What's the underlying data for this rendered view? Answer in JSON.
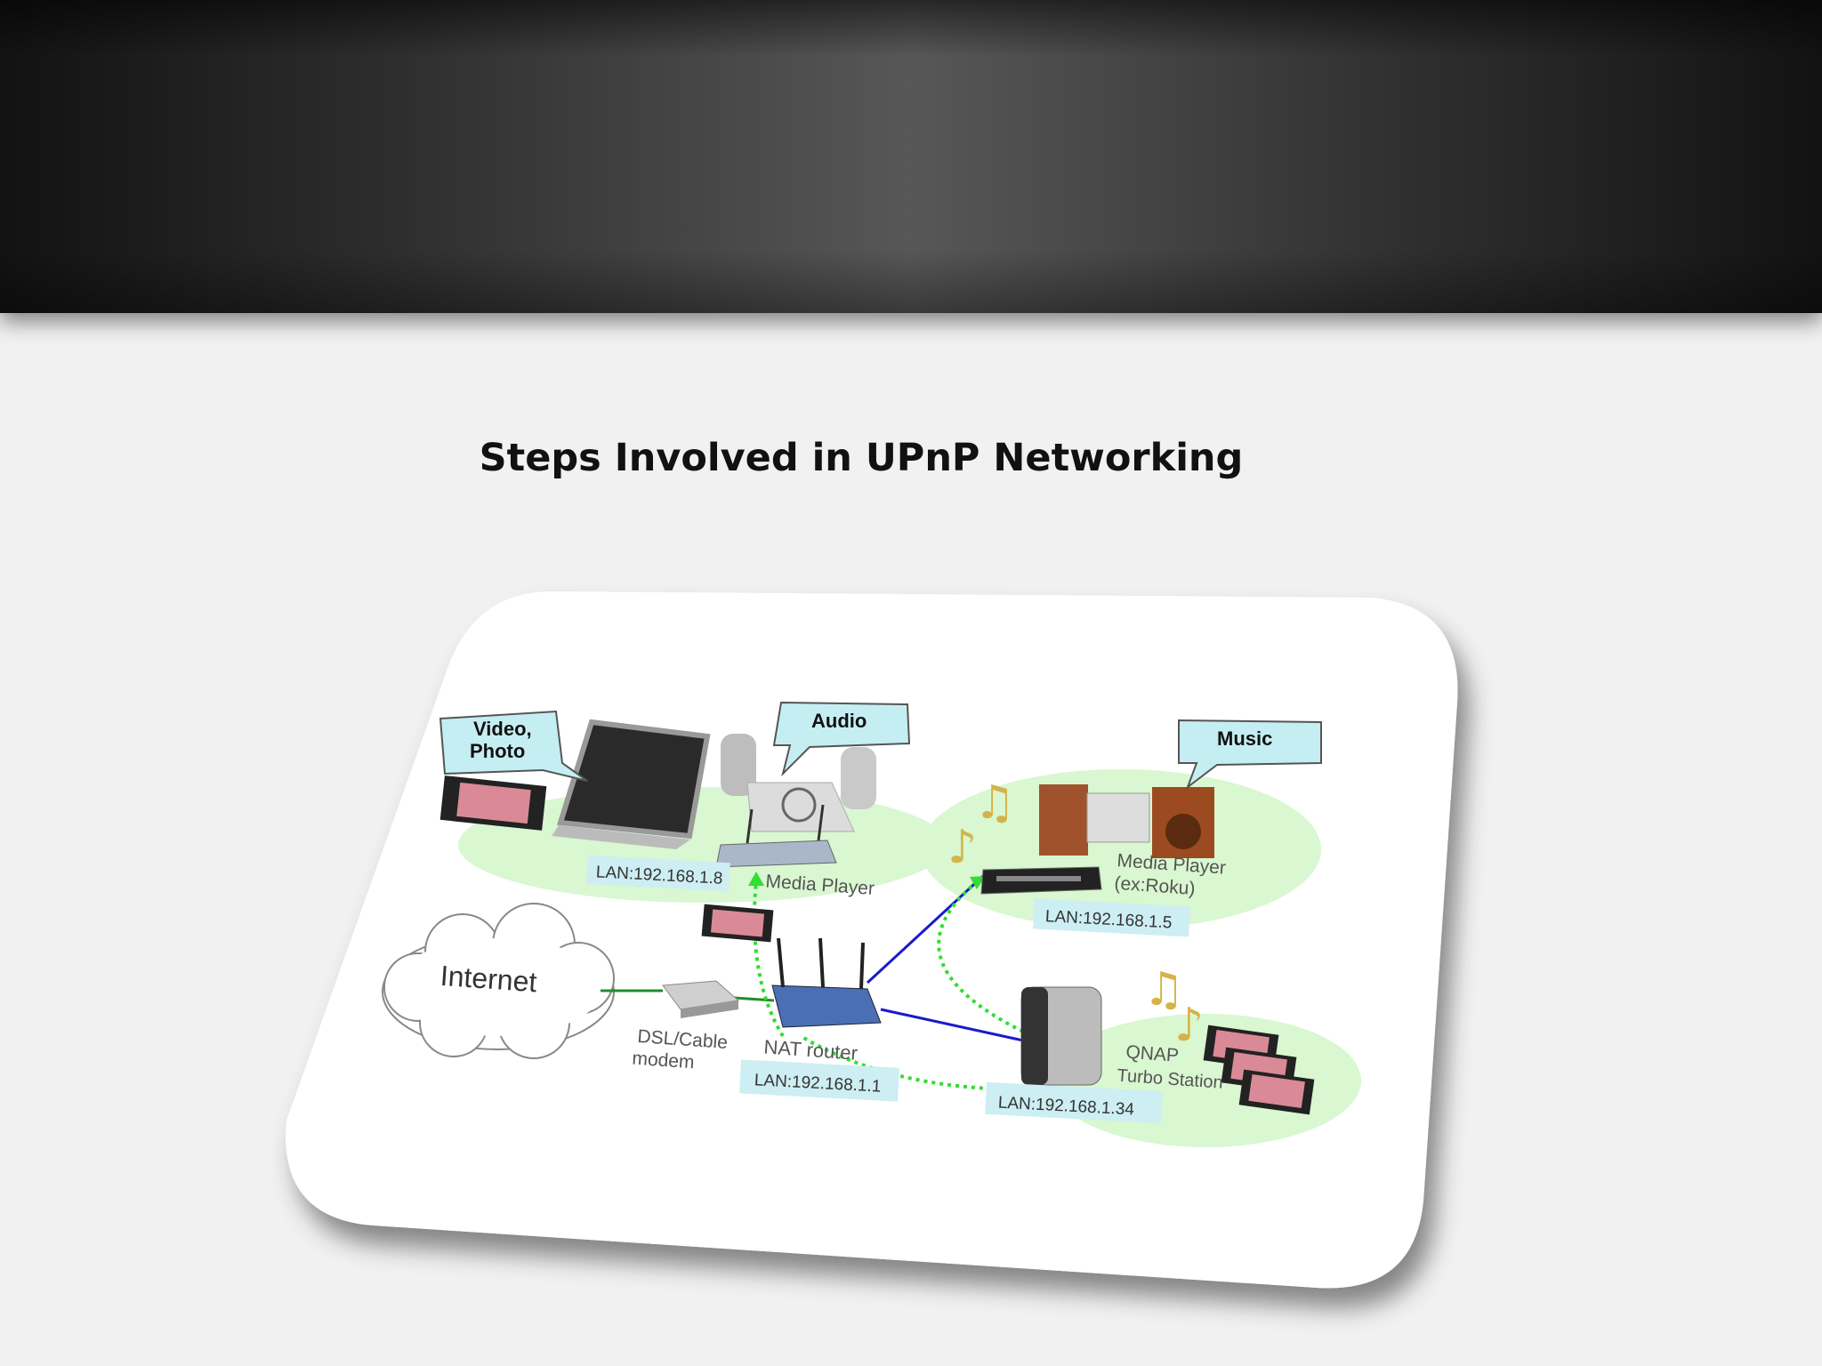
{
  "slide": {
    "title": "Steps Involved in UPnP Networking"
  },
  "diagram": {
    "bubbles": {
      "video_photo_1": "Video,",
      "video_photo_2": "Photo",
      "audio": "Audio",
      "music": "Music"
    },
    "nodes": {
      "internet": "Internet",
      "modem_1": "DSL/Cable",
      "modem_2": "modem",
      "router": "NAT router",
      "router_lan": "LAN:192.168.1.1",
      "media_player_left": "Media Player",
      "media_player_left_lan": "LAN:192.168.1.8",
      "media_player_right_1": "Media Player",
      "media_player_right_2": "(ex:Roku)",
      "media_player_right_lan": "LAN:192.168.1.5",
      "nas_1": "QNAP",
      "nas_2": "Turbo Station",
      "nas_lan": "LAN:192.168.1.34"
    },
    "colors": {
      "wired_green": "#1f8f2a",
      "wired_blue": "#1a1acc",
      "stream_dotted": "#33dd33",
      "zone_fill": "#d9f7d0",
      "bubble_fill": "#c5eef2",
      "lan_fill": "#cdeef2"
    }
  }
}
